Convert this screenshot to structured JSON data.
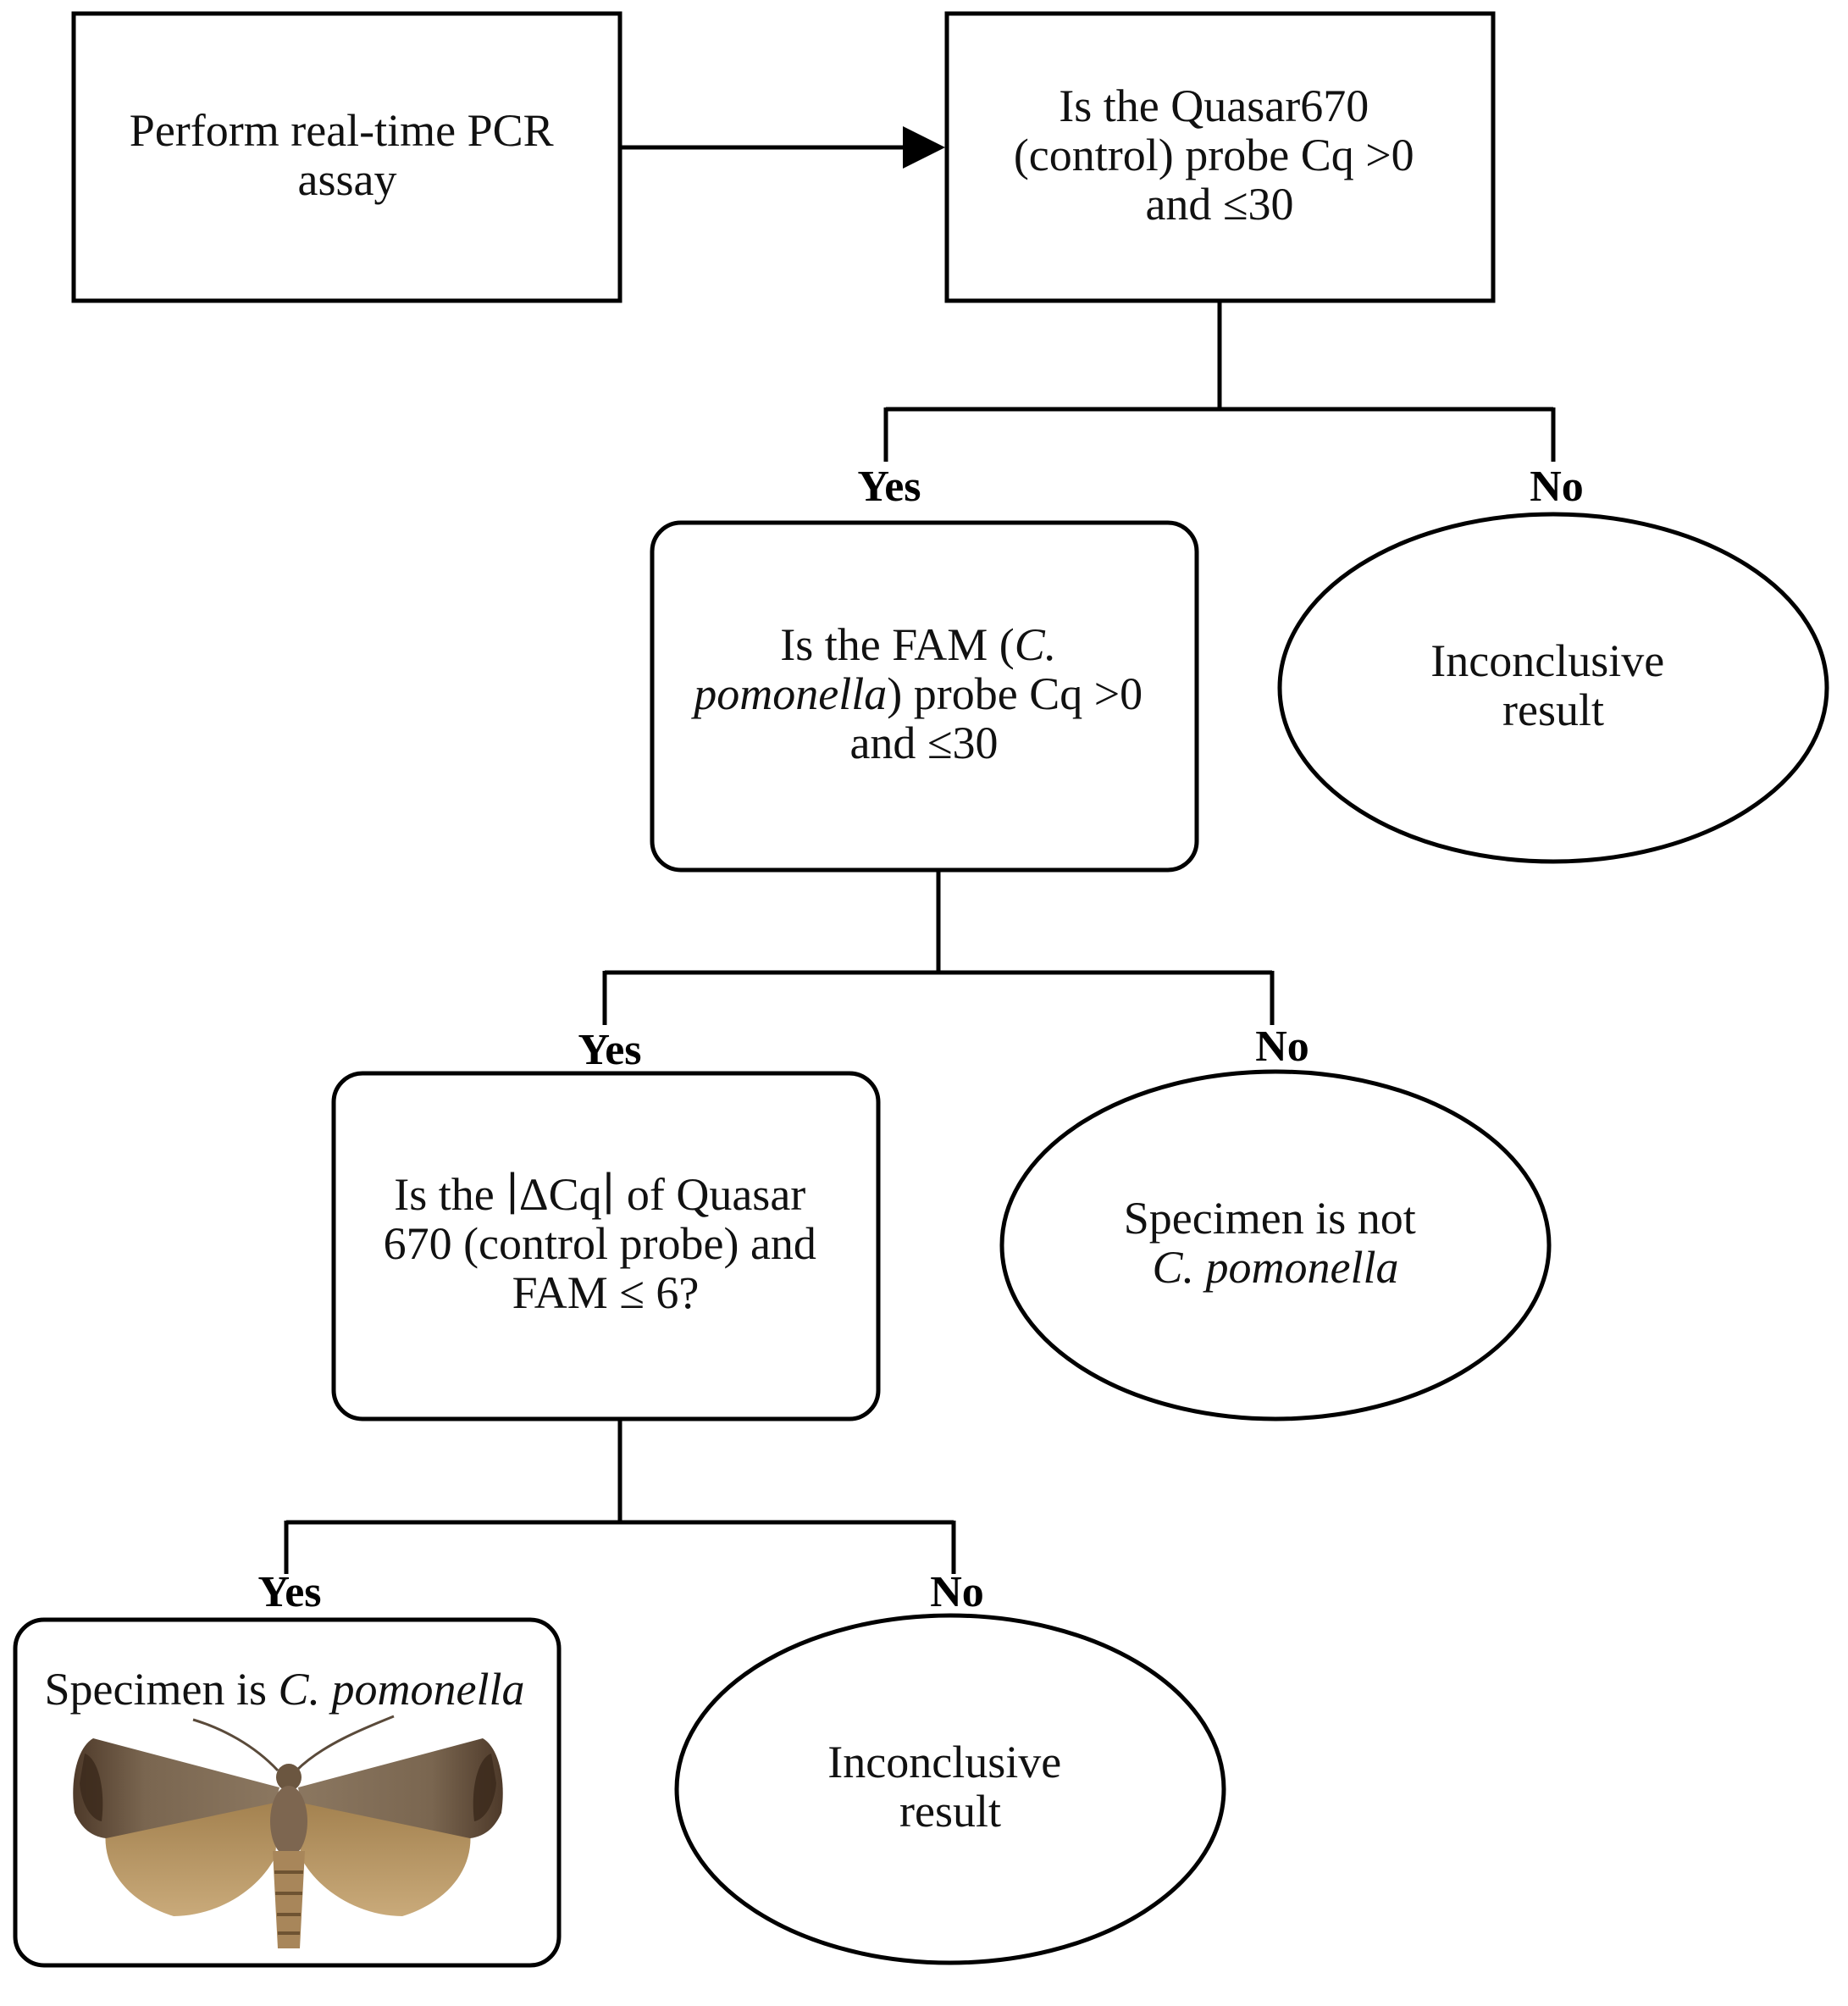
{
  "nodes": {
    "start": {
      "line1": "Perform real-time PCR",
      "line2": "assay"
    },
    "control_check": {
      "line1": "Is the Quasar670",
      "line2": "(control) probe Cq >0",
      "line3": "and ≤30"
    },
    "fam_check": {
      "line1_pre": "Is the FAM (",
      "line1_italic": "C.",
      "line2_italic": "pomonella",
      "line2_post": ") probe Cq >0",
      "line3": "and ≤30"
    },
    "delta_check": {
      "line1": "Is the ∣ΔCq∣ of Quasar",
      "line2": "670 (control probe) and",
      "line3": "FAM ≤ 6?"
    },
    "inconclusive_1": {
      "line1": "Inconclusive",
      "line2": "result"
    },
    "not_pomonella": {
      "line1": "Specimen is not",
      "line2": "C. pomonella"
    },
    "is_pomonella": {
      "text_pre": "Specimen is ",
      "text_italic": "C. pomonella"
    },
    "inconclusive_2": {
      "line1": "Inconclusive",
      "line2": "result"
    }
  },
  "branch_labels": {
    "yes": "Yes",
    "no": "No"
  },
  "icons": {
    "specimen_image": "codling-moth-photo"
  },
  "colors": {
    "stroke": "#000000",
    "fill": "#ffffff",
    "moth_forewing": "#6f5a45",
    "moth_hindwing": "#b08a5a"
  }
}
